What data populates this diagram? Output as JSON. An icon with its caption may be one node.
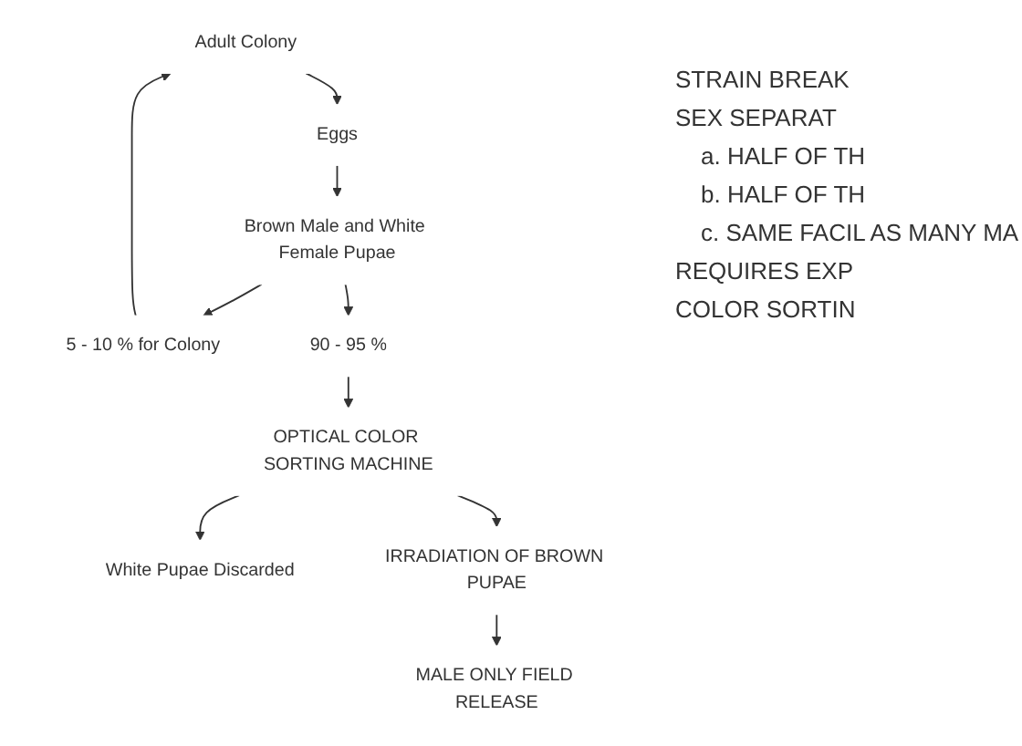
{
  "diagram": {
    "nodes": [
      {
        "text": [
          "Adult Colony"
        ]
      },
      {
        "text": [
          "Eggs"
        ]
      },
      {
        "text": [
          "Brown Male and White Female Pupae"
        ]
      },
      {
        "text": [
          "5 - 10 % for Colony"
        ]
      },
      {
        "text": [
          "90 - 95 %"
        ]
      },
      {
        "text": [
          "OPTICAL COLOR SORTING MACHINE"
        ]
      },
      {
        "text": [
          "White Pupae Discarded"
        ]
      },
      {
        "text": [
          "IRRADIATION OF BROWN PUPAE"
        ]
      },
      {
        "text": [
          "MALE ONLY FIELD RELEASE"
        ]
      }
    ],
    "edges": [
      {
        "from": 0,
        "to": 1,
        "arrow": "to"
      },
      {
        "from": 1,
        "to": 2,
        "arrow": "to"
      },
      {
        "from": 2,
        "to": 3,
        "arrow": "to"
      },
      {
        "from": 2,
        "to": 4,
        "arrow": "to"
      },
      {
        "from": 3,
        "to": 0,
        "arrow": "to"
      },
      {
        "from": 4,
        "to": 5,
        "arrow": "to"
      },
      {
        "from": 5,
        "to": 6,
        "arrow": "to"
      },
      {
        "from": 5,
        "to": 7,
        "arrow": "to"
      },
      {
        "from": 7,
        "to": 8,
        "arrow": "to"
      }
    ],
    "labels": [
      "STRAIN BREAK",
      "SEX SEPARAT",
      "a. HALF OF TH",
      "b. HALF OF TH",
      "c. SAME FACIL AS MANY MA",
      "REQUIRES EXP",
      "COLOR SORTIN"
    ]
  }
}
